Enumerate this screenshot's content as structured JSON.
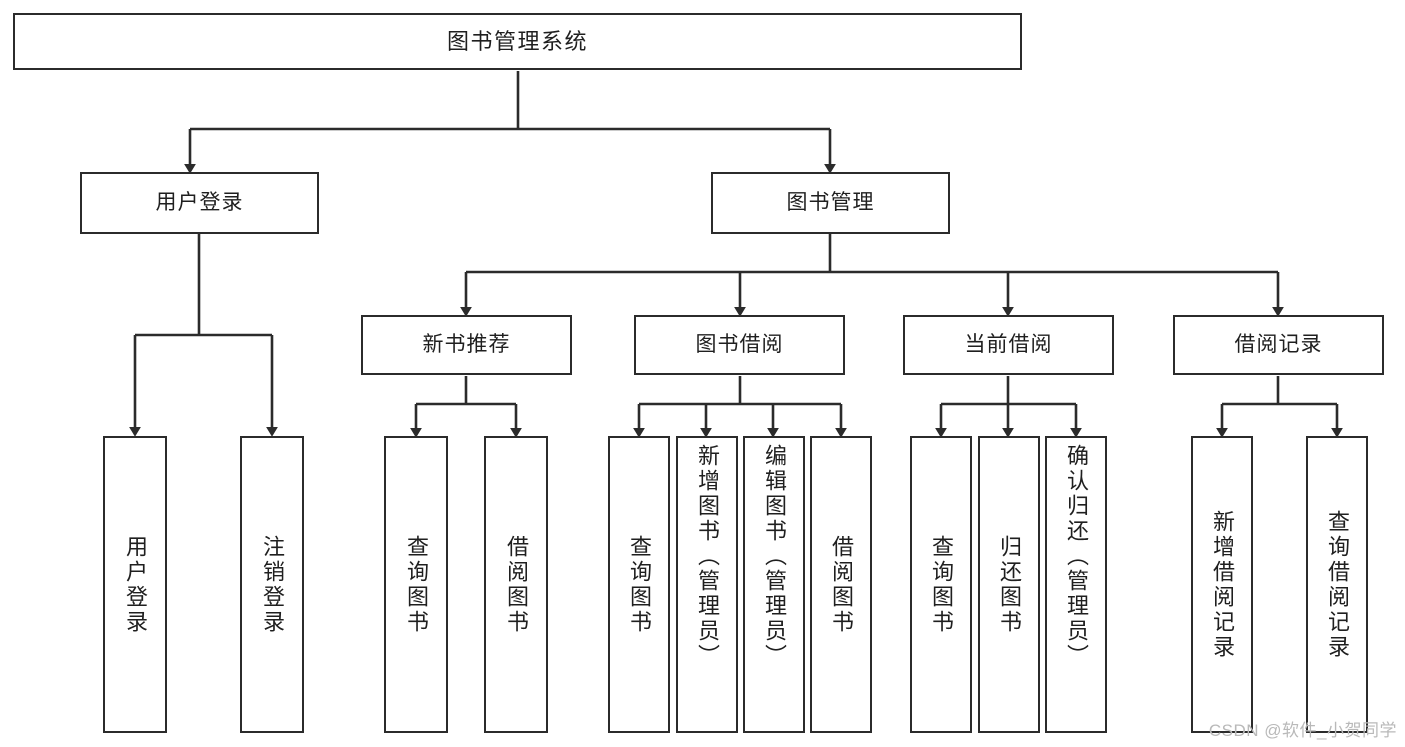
{
  "diagram": {
    "title": "图书管理系统",
    "type": "tree-hierarchy-diagram",
    "watermark": "CSDN @软件_小贺同学",
    "style": {
      "background": "#ffffff",
      "box_border": "#2b2b2b",
      "box_fill": "#ffffff",
      "connector": "#2b2b2b",
      "text": "#1f1f1f",
      "watermark_color": "#b9b9b9"
    },
    "root": {
      "id": "root",
      "label": "图书管理系统"
    },
    "level2": [
      {
        "id": "login",
        "label": "用户登录"
      },
      {
        "id": "bookmgmt",
        "label": "图书管理"
      }
    ],
    "level3": [
      {
        "id": "newbook",
        "label": "新书推荐",
        "parent": "bookmgmt"
      },
      {
        "id": "borrow",
        "label": "图书借阅",
        "parent": "bookmgmt"
      },
      {
        "id": "current",
        "label": "当前借阅",
        "parent": "bookmgmt"
      },
      {
        "id": "record",
        "label": "借阅记录",
        "parent": "bookmgmt"
      }
    ],
    "leaves": [
      {
        "id": "leaf-login-1",
        "label": "用户登录",
        "parent": "login",
        "align": "center"
      },
      {
        "id": "leaf-login-2",
        "label": "注销登录",
        "parent": "login",
        "align": "center"
      },
      {
        "id": "leaf-newbook-1",
        "label": "查询图书",
        "parent": "newbook",
        "align": "center"
      },
      {
        "id": "leaf-newbook-2",
        "label": "借阅图书",
        "parent": "newbook",
        "align": "center"
      },
      {
        "id": "leaf-borrow-1",
        "label": "查询图书",
        "parent": "borrow",
        "align": "center"
      },
      {
        "id": "leaf-borrow-2",
        "label": "新增图书（管理员）",
        "parent": "borrow",
        "align": "top"
      },
      {
        "id": "leaf-borrow-3",
        "label": "编辑图书（管理员）",
        "parent": "borrow",
        "align": "top"
      },
      {
        "id": "leaf-borrow-4",
        "label": "借阅图书",
        "parent": "borrow",
        "align": "center"
      },
      {
        "id": "leaf-current-1",
        "label": "查询图书",
        "parent": "current",
        "align": "center"
      },
      {
        "id": "leaf-current-2",
        "label": "归还图书",
        "parent": "current",
        "align": "center"
      },
      {
        "id": "leaf-current-3",
        "label": "确认归还（管理员）",
        "parent": "current",
        "align": "top"
      },
      {
        "id": "leaf-record-1",
        "label": "新增借阅记录",
        "parent": "record",
        "align": "center"
      },
      {
        "id": "leaf-record-2",
        "label": "查询借阅记录",
        "parent": "record",
        "align": "center"
      }
    ]
  }
}
